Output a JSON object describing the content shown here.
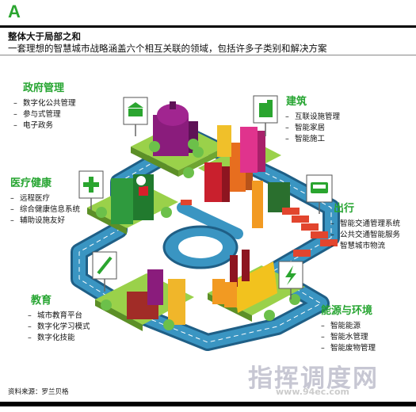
{
  "header": {
    "letter": "A",
    "title": "整体大于局部之和",
    "subtitle": "一套理想的智慧城市战略涵盖六个相互关联的领域，包括许多子类别和解决方案"
  },
  "groups": {
    "government": {
      "title": "政府管理",
      "items": [
        "数字化公共管理",
        "参与式管理",
        "电子政务"
      ]
    },
    "buildings": {
      "title": "建筑",
      "items": [
        "互联设施管理",
        "智能家居",
        "智能施工"
      ]
    },
    "health": {
      "title": "医疗健康",
      "items": [
        "远程医疗",
        "综合健康信息系统",
        "辅助设施友好"
      ]
    },
    "mobility": {
      "title": "出行",
      "items": [
        "智能交通管理系统",
        "公共交通智能服务",
        "智慧城市物流"
      ]
    },
    "education": {
      "title": "教育",
      "items": [
        "城市教育平台",
        "数字化学习模式",
        "数字化技能"
      ]
    },
    "energy": {
      "title": "能源与环境",
      "items": [
        "智能能源",
        "智能水管理",
        "智能废物管理"
      ]
    }
  },
  "source": "资料来源：罗兰贝格",
  "watermark": {
    "text": "指挥调度网",
    "url": "www.94ec.com"
  },
  "colors": {
    "accent_green": "#27a532",
    "road": "#2d7fae",
    "ground": "#3a95c2"
  },
  "icons": [
    "government-building-icon",
    "building-icon",
    "medical-cross-icon",
    "bus-icon",
    "graduation-pen-icon",
    "lightning-icon"
  ]
}
